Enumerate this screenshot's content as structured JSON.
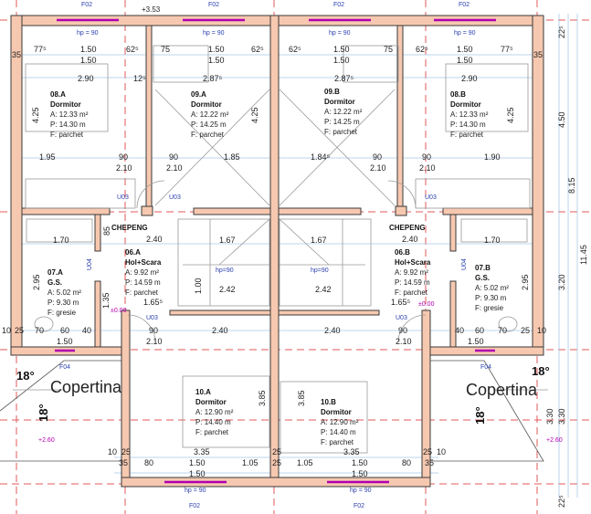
{
  "rooms": [
    {
      "id": "08.A",
      "name": "Dormitor",
      "area": "A: 12.33 m²",
      "perimeter": "P: 14.30 m",
      "floor": "F: parchet"
    },
    {
      "id": "09.A",
      "name": "Dormitor",
      "area": "A: 12.22 m²",
      "perimeter": "P: 14.25 m",
      "floor": "F: parchet"
    },
    {
      "id": "09.B",
      "name": "Dormitor",
      "area": "A: 12.22 m²",
      "perimeter": "P: 14.25 m",
      "floor": "F: parchet"
    },
    {
      "id": "08.B",
      "name": "Dormitor",
      "area": "A: 12.33 m²",
      "perimeter": "P: 14.30 m",
      "floor": "F: parchet"
    },
    {
      "id": "06.A",
      "name": "Hol+Scara",
      "area": "A: 9.92 m²",
      "perimeter": "P: 14.59 m",
      "floor": "F: parchet"
    },
    {
      "id": "07.A",
      "name": "G.S.",
      "area": "A: 5.02 m²",
      "perimeter": "P: 9.30 m",
      "floor": "F: gresie"
    },
    {
      "id": "06.B",
      "name": "Hol+Scara",
      "area": "A: 9.92 m²",
      "perimeter": "P: 14.59 m",
      "floor": "F: parchet"
    },
    {
      "id": "07.B",
      "name": "G.S.",
      "area": "A: 5.02 m²",
      "perimeter": "P: 9.30 m",
      "floor": "F: gresie"
    },
    {
      "id": "10.A",
      "name": "Dormitor",
      "area": "A: 12.90 m²",
      "perimeter": "P: 14.40 m",
      "floor": "F: parchet"
    },
    {
      "id": "10.B",
      "name": "Dormitor",
      "area": "A: 12.90 m²",
      "perimeter": "P: 14.40 m",
      "floor": "F: parchet"
    }
  ],
  "labels": {
    "copertina": "Copertina",
    "slope": "18°",
    "chepeng": "CHEPENG",
    "window_f02": "F02",
    "window_f04": "F04",
    "door_u03": "U03",
    "door_u04": "U04",
    "sill": "hp = 90",
    "sill_stair": "hp=90",
    "elev_roof": "+3.53",
    "elev_eave": "+2.60",
    "elev_floor": "±0.00"
  },
  "dimensions": {
    "d35": "35",
    "d775": "77⁵",
    "d150": "1.50",
    "d625": "62⁵",
    "d75": "75",
    "d25": "25",
    "d290": "2.90",
    "d287": "2.87⁵",
    "d125": "12⁵",
    "d425": "4.25",
    "d195": "1.95",
    "d90": "90",
    "d210": "2.10",
    "d185": "1.85",
    "d184": "1.84⁵",
    "d190": "1.90",
    "d170": "1.70",
    "d240": "2.40",
    "d85": "85",
    "d295": "2.95",
    "d165": "1.65⁵",
    "d242": "2.42",
    "d135": "1.35",
    "d70": "70",
    "d60": "60",
    "d40": "40",
    "d10": "10",
    "d335": "3.35",
    "d80": "80",
    "d105": "1.05",
    "d385": "3.85",
    "d330": "3.30",
    "d225": "22⁵",
    "d450": "4.50",
    "d815": "8.15",
    "d1145": "11.45",
    "d320": "3.20",
    "d100": "1.00",
    "d167": "1.67"
  }
}
